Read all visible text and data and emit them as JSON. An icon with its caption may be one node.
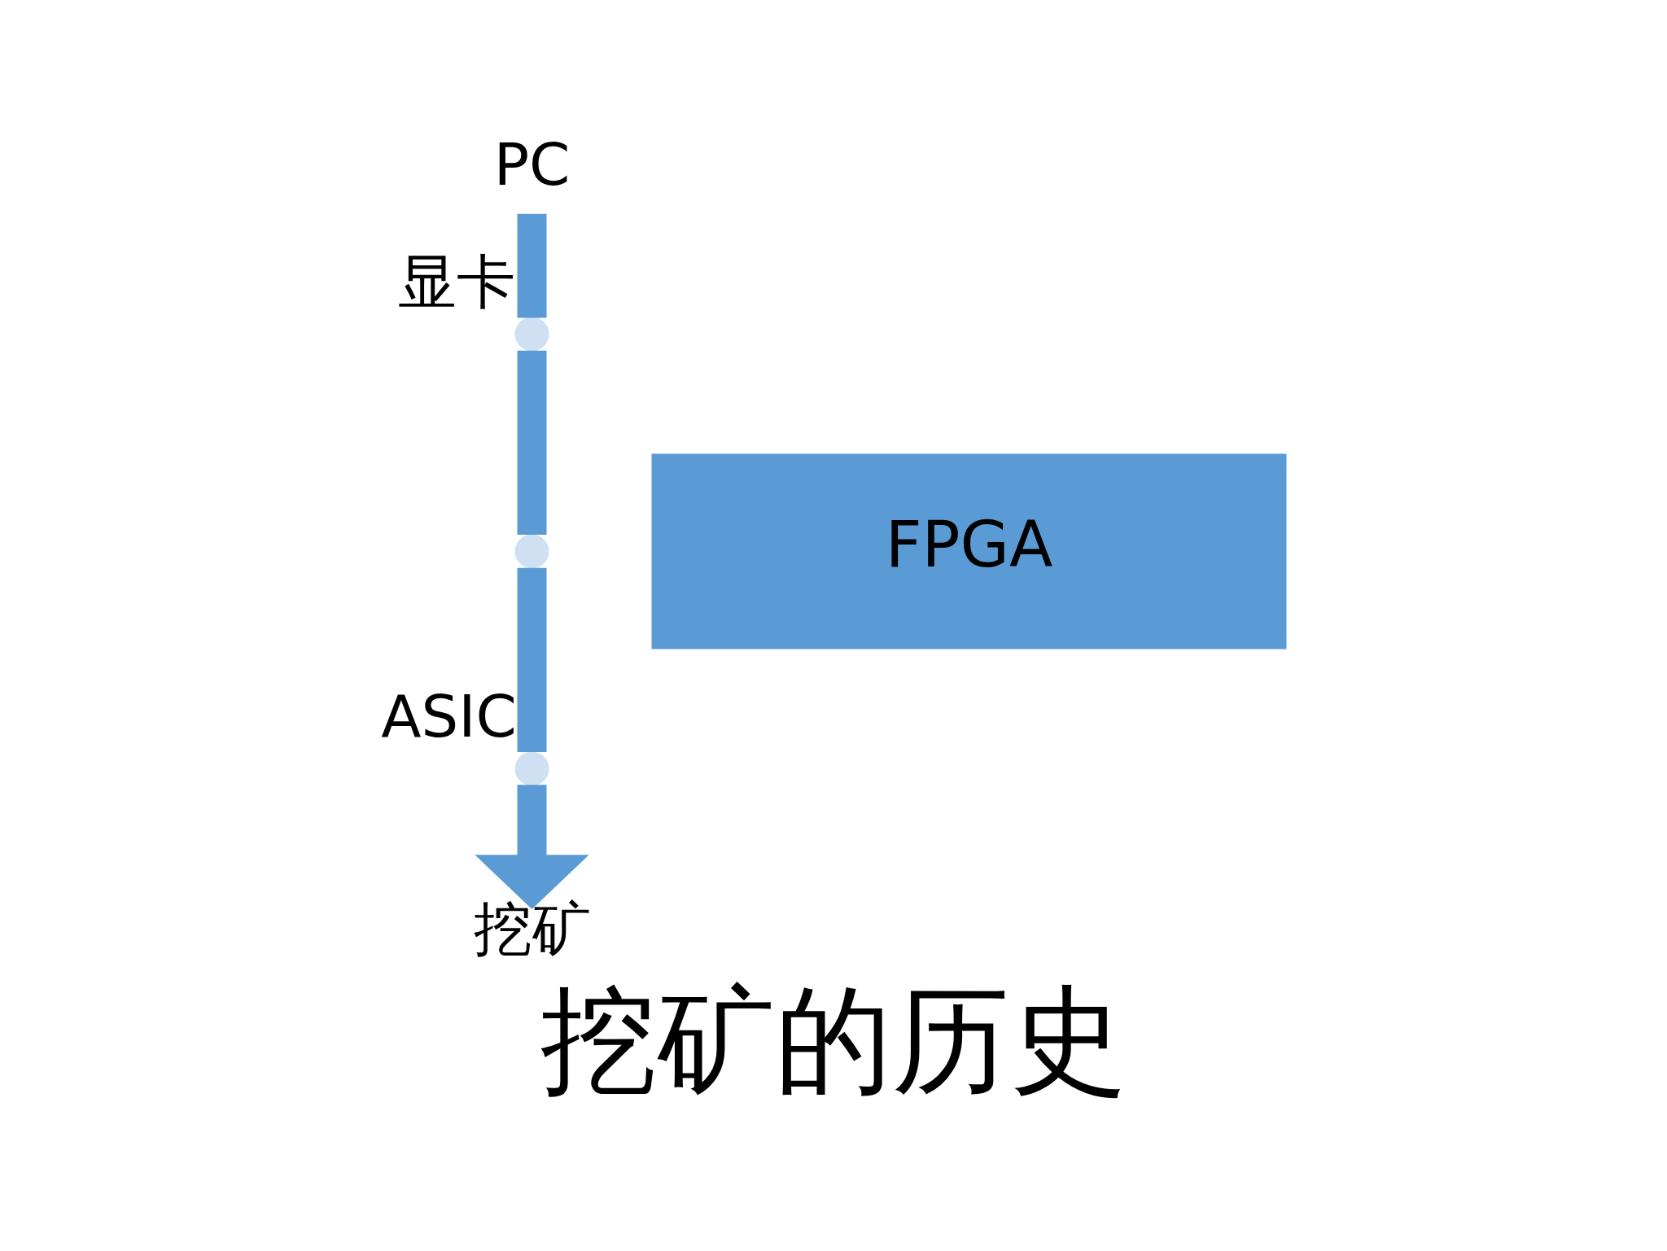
{
  "diagram": {
    "caption": "挖矿的历史",
    "nodes": [
      {
        "text": [
          "PC"
        ]
      },
      {
        "text": [],
        "shape": "circle",
        "beside": [
          "显卡"
        ]
      },
      {
        "text": [],
        "shape": "circle"
      },
      {
        "text": [],
        "shape": "circle",
        "beside": [
          "ASIC"
        ]
      },
      {
        "text": [
          "挖矿"
        ]
      },
      {
        "text": [
          "FPGA"
        ]
      }
    ],
    "edges": [
      {
        "from": 0,
        "to": 1,
        "arrow": "none"
      },
      {
        "from": 1,
        "to": 2,
        "arrow": "none"
      },
      {
        "from": 2,
        "to": 3,
        "arrow": "none"
      },
      {
        "from": 3,
        "to": 4,
        "arrow": "to"
      }
    ]
  }
}
